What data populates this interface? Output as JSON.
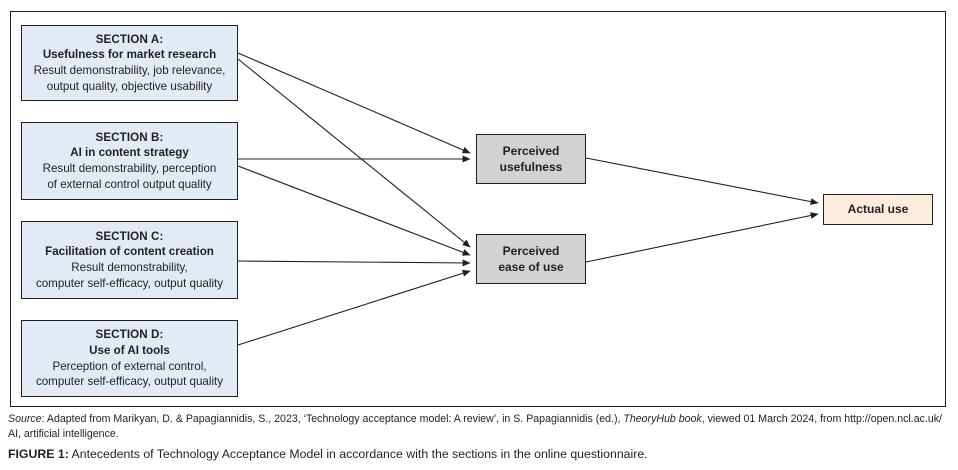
{
  "figure": {
    "frame_border_color": "#231f20",
    "background": "#ffffff"
  },
  "colors": {
    "section_fill": "#e2eaf6",
    "mediator_fill": "#d0d2d3",
    "outcome_fill": "#fbecdc",
    "stroke": "#231f20",
    "text": "#231f20"
  },
  "diagram": {
    "type": "flow-diagram",
    "sections": [
      {
        "id": "section-a",
        "title": "SECTION A:",
        "subtitle": "Usefulness for market research",
        "body_lines": [
          "Result demonstrability, job relevance,",
          "output quality, objective usability"
        ]
      },
      {
        "id": "section-b",
        "title": "SECTION B:",
        "subtitle": "AI in content strategy",
        "body_lines": [
          "Result demonstrability, perception",
          "of external control output quality"
        ]
      },
      {
        "id": "section-c",
        "title": "SECTION C:",
        "subtitle": "Facilitation of content creation",
        "body_lines": [
          "Result demonstrability,",
          "computer self-efficacy, output quality"
        ]
      },
      {
        "id": "section-d",
        "title": "SECTION D:",
        "subtitle": "Use of AI tools",
        "body_lines": [
          "Perception of external control,",
          "computer self-efficacy, output quality"
        ]
      }
    ],
    "mediators": [
      {
        "id": "perceived-usefulness",
        "lines": [
          "Perceived",
          "usefulness"
        ]
      },
      {
        "id": "perceived-ease-of-use",
        "lines": [
          "Perceived",
          "ease of use"
        ]
      }
    ],
    "outcome": {
      "id": "actual-use",
      "label": "Actual use"
    },
    "edges": [
      {
        "from": "section-a",
        "to": "perceived-usefulness"
      },
      {
        "from": "section-a",
        "to": "perceived-ease-of-use"
      },
      {
        "from": "section-b",
        "to": "perceived-usefulness"
      },
      {
        "from": "section-b",
        "to": "perceived-ease-of-use"
      },
      {
        "from": "section-c",
        "to": "perceived-ease-of-use"
      },
      {
        "from": "section-d",
        "to": "perceived-ease-of-use"
      },
      {
        "from": "perceived-usefulness",
        "to": "actual-use"
      },
      {
        "from": "perceived-ease-of-use",
        "to": "actual-use"
      }
    ]
  },
  "caption": {
    "source_label": "Source",
    "source_line_1_a": ": Adapted from Marikyan, D. & Papagiannidis, S., 2023, ‘Technology acceptance model: A review’, in S. Papagiannidis (ed.), ",
    "source_italic_title": "TheoryHub book",
    "source_line_1_b": ", viewed 01 March 2024, from http://open.ncl.ac.uk/",
    "source_line_2": "AI, artificial intelligence.",
    "figure_label": "FIGURE 1:",
    "figure_text": " Antecedents of Technology Acceptance Model in accordance with the sections in the online questionnaire."
  }
}
